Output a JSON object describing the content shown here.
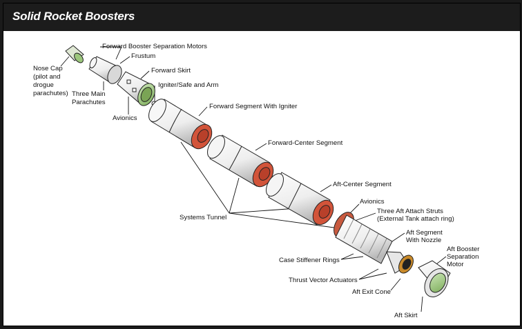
{
  "title": "Solid Rocket Boosters",
  "colors": {
    "title_bar": "#1c1c1c",
    "segment_body": "#f4f4f4",
    "segment_end": "#d2543a",
    "segment_bore": "#c0392b",
    "avionics_green": "#9cc77c",
    "outline": "#222222"
  },
  "labels": {
    "forward_booster_separation_motors": "Forward Booster Separation Motors",
    "frustum": "Frustum",
    "nose_cap": [
      "Nose Cap",
      "(pilot and",
      "drogue",
      "parachutes)"
    ],
    "forward_skirt": "Forward Skirt",
    "three_main_parachutes": [
      "Three Main",
      "Parachutes"
    ],
    "igniter_safe_arm": "Igniter/Safe and Arm",
    "avionics_forward": "Avionics",
    "forward_segment": "Forward Segment With Igniter",
    "forward_center_segment": "Forward-Center Segment",
    "aft_center_segment": "Aft-Center Segment",
    "avionics_aft": "Avionics",
    "three_aft_attach_struts": [
      "Three Aft Attach Struts",
      "(External Tank attach ring)"
    ],
    "systems_tunnel": "Systems Tunnel",
    "aft_segment": [
      "Aft Segment",
      "With Nozzle"
    ],
    "aft_booster_separation_motor": [
      "Aft Booster",
      "Separation",
      "Motor"
    ],
    "case_stiffener_rings": "Case Stiffener Rings",
    "thrust_vector_actuators": "Thrust Vector Actuators",
    "aft_exit_cone": "Aft Exit Cone",
    "aft_skirt": "Aft Skirt"
  }
}
